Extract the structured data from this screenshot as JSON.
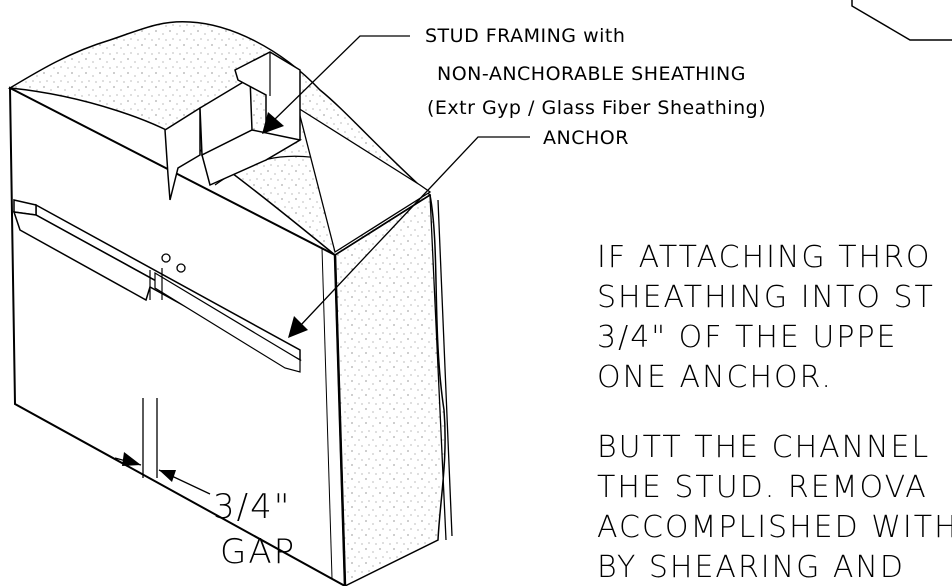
{
  "labels": {
    "stud_line1": "STUD FRAMING with",
    "stud_line2": "NON-ANCHORABLE SHEATHING",
    "stud_line3": "(Extr Gyp / Glass Fiber Sheathing)",
    "anchor": "ANCHOR",
    "gap_value": "3/4\"",
    "gap_word": "GAP"
  },
  "notes": {
    "para1": [
      "IF ATTACHING THRO",
      "SHEATHING INTO ST",
      "3/4\" OF THE UPPE",
      "ONE ANCHOR."
    ],
    "para2": [
      "BUTT THE CHANNEL",
      "THE STUD. REMOVA",
      "ACCOMPLISHED WITH",
      "BY SHEARING AND"
    ]
  }
}
